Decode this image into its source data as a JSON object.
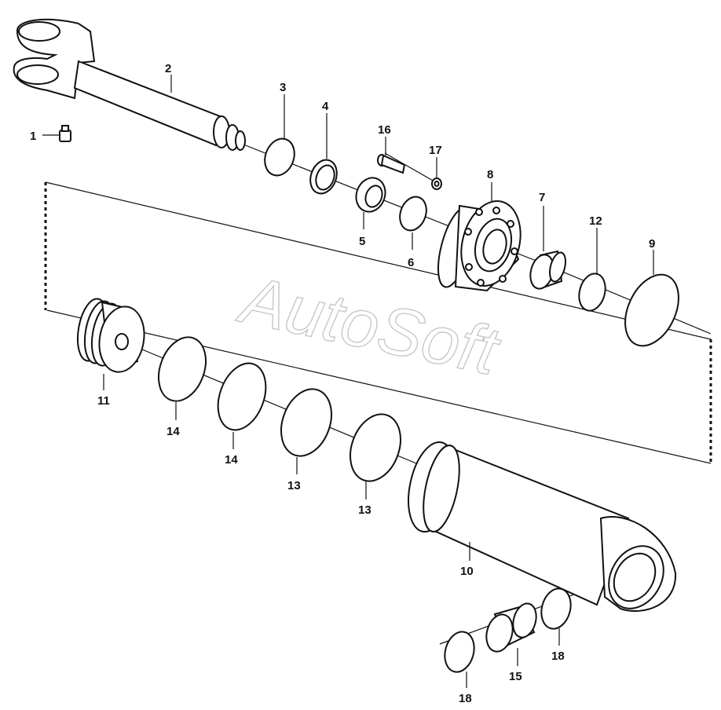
{
  "watermark": "AutoSoft",
  "parts": [
    {
      "id": "1",
      "label": "1",
      "name": "grease-nipple"
    },
    {
      "id": "2",
      "label": "2",
      "name": "piston-rod"
    },
    {
      "id": "3",
      "label": "3",
      "name": "o-ring"
    },
    {
      "id": "4",
      "label": "4",
      "name": "backup-ring"
    },
    {
      "id": "5",
      "label": "5",
      "name": "wiper-seal"
    },
    {
      "id": "6",
      "label": "6",
      "name": "rod-seal"
    },
    {
      "id": "7",
      "label": "7",
      "name": "guide-bushing"
    },
    {
      "id": "8",
      "label": "8",
      "name": "cylinder-head"
    },
    {
      "id": "9",
      "label": "9",
      "name": "head-o-ring"
    },
    {
      "id": "10",
      "label": "10",
      "name": "cylinder-tube"
    },
    {
      "id": "11",
      "label": "11",
      "name": "piston"
    },
    {
      "id": "12",
      "label": "12",
      "name": "backup-ring-small"
    },
    {
      "id": "13a",
      "label": "13",
      "name": "wear-ring"
    },
    {
      "id": "13b",
      "label": "13",
      "name": "wear-ring"
    },
    {
      "id": "14a",
      "label": "14",
      "name": "piston-seal"
    },
    {
      "id": "14b",
      "label": "14",
      "name": "piston-seal"
    },
    {
      "id": "15",
      "label": "15",
      "name": "bushing"
    },
    {
      "id": "16",
      "label": "16",
      "name": "bolt"
    },
    {
      "id": "17",
      "label": "17",
      "name": "washer"
    },
    {
      "id": "18a",
      "label": "18",
      "name": "retaining-ring"
    },
    {
      "id": "18b",
      "label": "18",
      "name": "retaining-ring"
    }
  ]
}
